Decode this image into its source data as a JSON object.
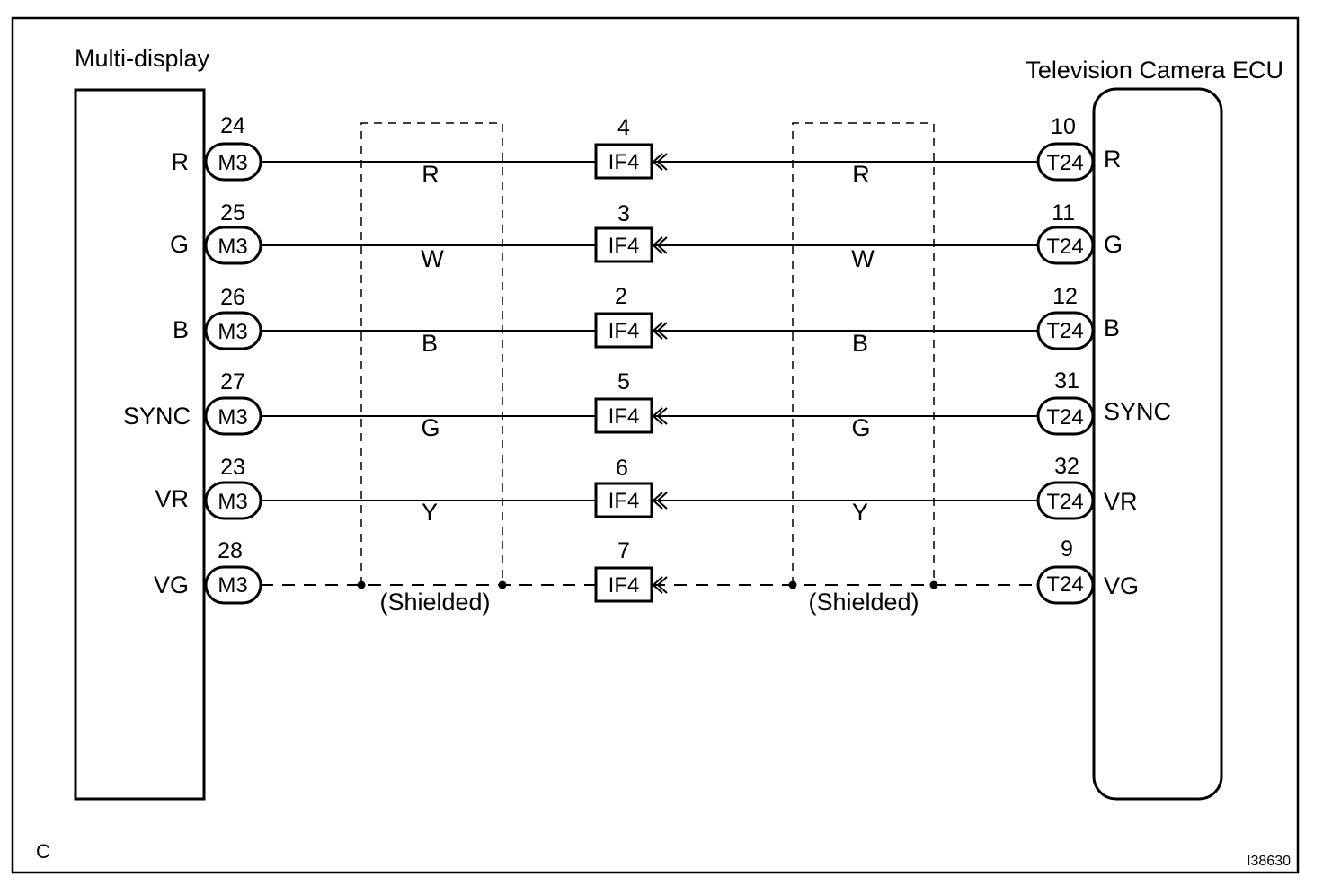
{
  "left_component": {
    "label": "Multi-display",
    "connector": "M3"
  },
  "right_component": {
    "label": "Television Camera ECU",
    "connector": "T24"
  },
  "junction_connector": "IF4",
  "shield_label": "(Shielded)",
  "circuits": [
    {
      "signal_left": "R",
      "pin_left": "24",
      "pin_junction": "4",
      "pin_right": "10",
      "signal_right": "R",
      "wire_color": "R",
      "shielded": false
    },
    {
      "signal_left": "G",
      "pin_left": "25",
      "pin_junction": "3",
      "pin_right": "11",
      "signal_right": "G",
      "wire_color": "W",
      "shielded": false
    },
    {
      "signal_left": "B",
      "pin_left": "26",
      "pin_junction": "2",
      "pin_right": "12",
      "signal_right": "B",
      "wire_color": "B",
      "shielded": false
    },
    {
      "signal_left": "SYNC",
      "pin_left": "27",
      "pin_junction": "5",
      "pin_right": "31",
      "signal_right": "SYNC",
      "wire_color": "G",
      "shielded": false
    },
    {
      "signal_left": "VR",
      "pin_left": "23",
      "pin_junction": "6",
      "pin_right": "32",
      "signal_right": "VR",
      "wire_color": "Y",
      "shielded": false
    },
    {
      "signal_left": "VG",
      "pin_left": "28",
      "pin_junction": "7",
      "pin_right": "9",
      "signal_right": "VG",
      "wire_color": "",
      "shielded": true
    }
  ],
  "corner_code": "C",
  "figure_id": "I38630"
}
